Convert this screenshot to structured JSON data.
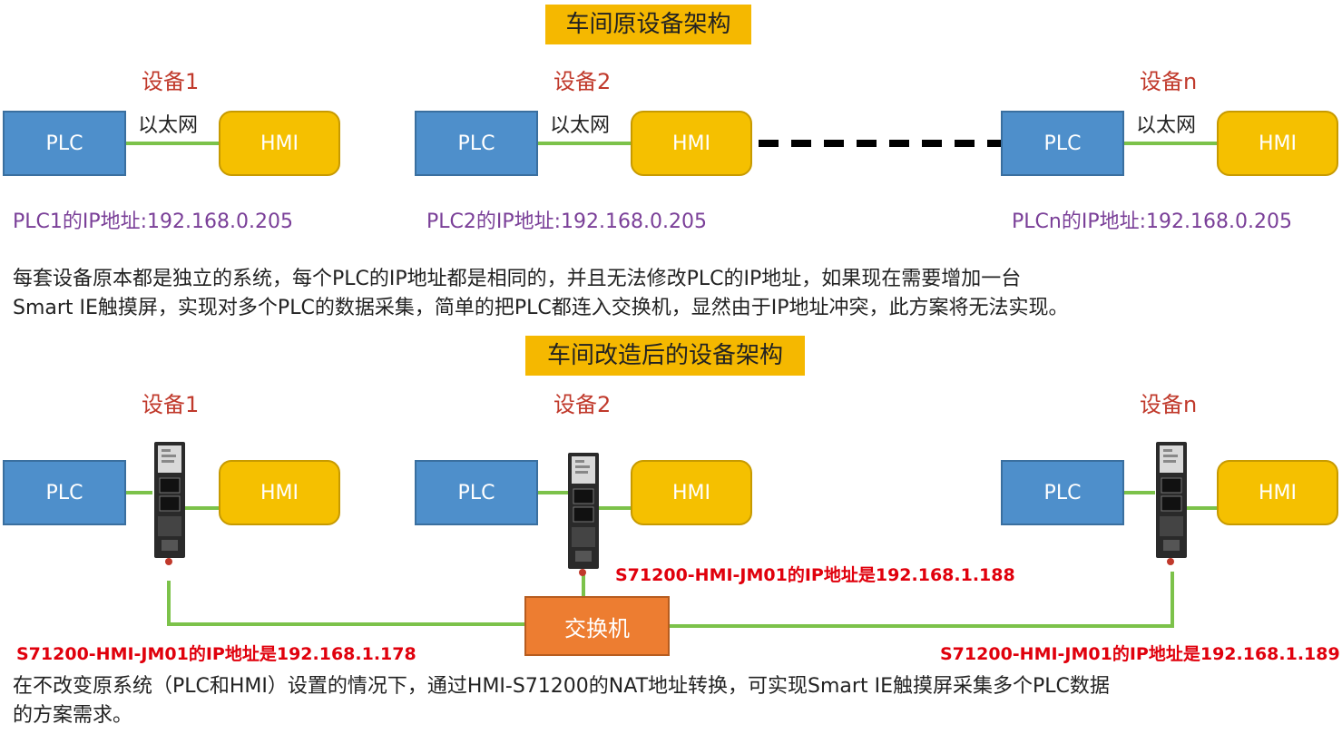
{
  "top": {
    "title": "车间原设备架构",
    "devices": [
      {
        "label": "设备1",
        "ethernet": "以太网",
        "plc": "PLC",
        "hmi": "HMI",
        "ip": "PLC1的IP地址:192.168.0.205"
      },
      {
        "label": "设备2",
        "ethernet": "以太网",
        "plc": "PLC",
        "hmi": "HMI",
        "ip": "PLC2的IP地址:192.168.0.205"
      },
      {
        "label": "设备n",
        "ethernet": "以太网",
        "plc": "PLC",
        "hmi": "HMI",
        "ip": "PLCn的IP地址:192.168.0.205"
      }
    ],
    "description_line1": "每套设备原本都是独立的系统，每个PLC的IP地址都是相同的，并且无法修改PLC的IP地址，如果现在需要增加一台",
    "description_line2": "Smart IE触摸屏，实现对多个PLC的数据采集，简单的把PLC都连入交换机，显然由于IP地址冲突，此方案将无法实现。"
  },
  "bottom": {
    "title": "车间改造后的设备架构",
    "devices": [
      {
        "label": "设备1",
        "plc": "PLC",
        "hmi": "HMI",
        "gateway_ip": "S71200-HMI-JM01的IP地址是192.168.1.178"
      },
      {
        "label": "设备2",
        "plc": "PLC",
        "hmi": "HMI",
        "gateway_ip": "S71200-HMI-JM01的IP地址是192.168.1.188"
      },
      {
        "label": "设备n",
        "plc": "PLC",
        "hmi": "HMI",
        "gateway_ip": "S71200-HMI-JM01的IP地址是192.168.1.189"
      }
    ],
    "switch_label": "交换机",
    "description_line1": "在不改变原系统（PLC和HMI）设置的情况下，通过HMI-S71200的NAT地址转换，可实现Smart IE触摸屏采集多个PLC数据",
    "description_line2": "的方案需求。"
  },
  "colors": {
    "banner": "#f5b800",
    "plc": "#4e8fcb",
    "hmi": "#f5c000",
    "switch": "#ed7d31",
    "link": "#7cc24a",
    "device_label": "#c0392b",
    "ip_purple": "#7a3f98",
    "ip_red": "#e0000c"
  }
}
